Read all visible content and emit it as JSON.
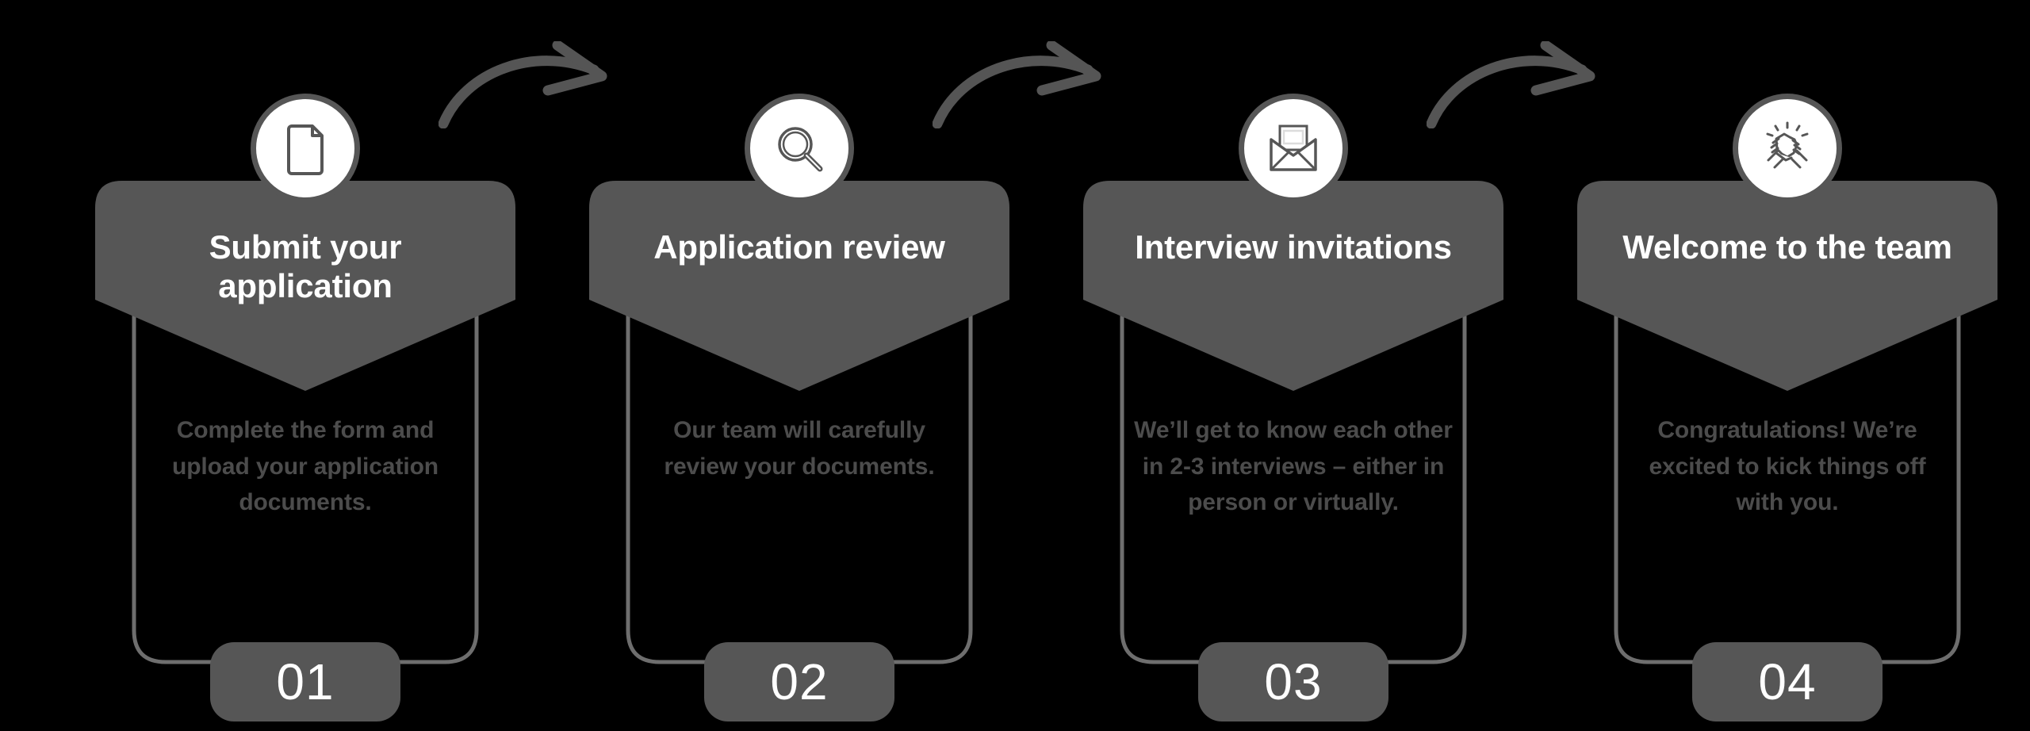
{
  "colors": {
    "background": "#000000",
    "banner": "#565656",
    "badge": "#565656",
    "frame_stroke": "#6e6e6e",
    "arrow": "#555555",
    "title_text": "#ffffff",
    "desc_text": "#4c4c4c",
    "icon_bg": "#ffffff",
    "icon_stroke": "#565656"
  },
  "steps": [
    {
      "number": "01",
      "title": "Submit your application",
      "description": "Complete the form and upload your application documents.",
      "icon": "document-icon"
    },
    {
      "number": "02",
      "title": "Application review",
      "description": "Our team will carefully review your documents.",
      "icon": "magnifier-icon"
    },
    {
      "number": "03",
      "title": "Interview invitations",
      "description": "We’ll get to know each other in 2-3 interviews – either in person or virtually.",
      "icon": "open-envelope-icon"
    },
    {
      "number": "04",
      "title": "Welcome to the team",
      "description": "Congratulations! We’re excited to kick things off with you.",
      "icon": "handshake-icon"
    }
  ],
  "connectors": [
    {
      "name": "arrow-step-1-to-2"
    },
    {
      "name": "arrow-step-2-to-3"
    },
    {
      "name": "arrow-step-3-to-4"
    }
  ]
}
